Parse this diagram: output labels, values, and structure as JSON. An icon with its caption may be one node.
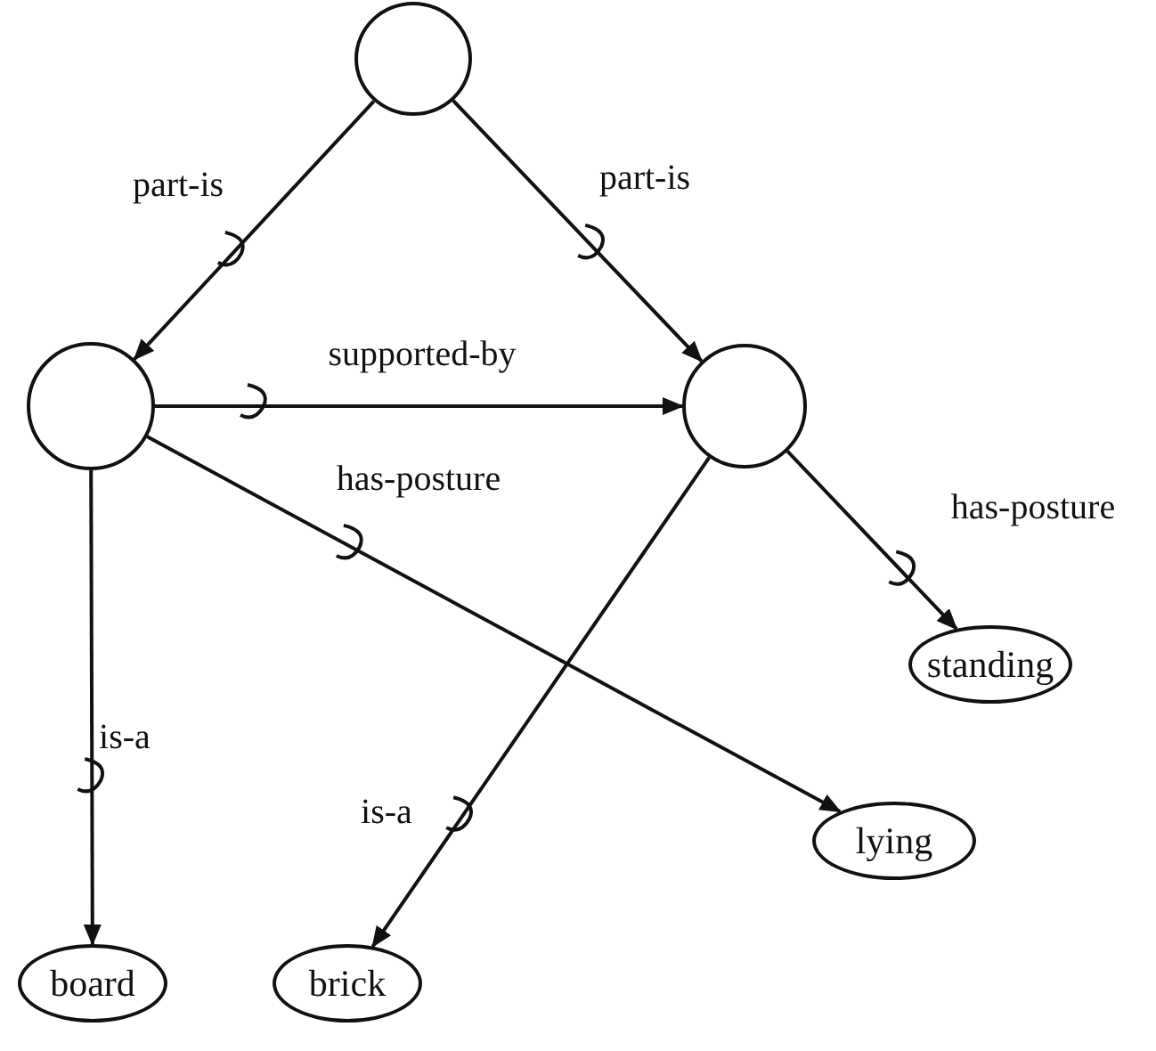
{
  "diagram": {
    "nodes": [
      {
        "text": [],
        "shape": "circle"
      },
      {
        "text": [],
        "shape": "circle"
      },
      {
        "text": [],
        "shape": "circle"
      },
      {
        "text": [
          "standing"
        ]
      },
      {
        "text": [
          "lying"
        ]
      },
      {
        "text": [
          "board"
        ]
      },
      {
        "text": [
          "brick"
        ]
      }
    ],
    "edges": [
      {
        "from": 0,
        "to": 1,
        "arrow": "to",
        "label": "part-is"
      },
      {
        "from": 0,
        "to": 2,
        "arrow": "to",
        "label": "part-is"
      },
      {
        "from": 1,
        "to": 2,
        "arrow": "to",
        "label": "supported-by"
      },
      {
        "from": 2,
        "to": 3,
        "arrow": "to",
        "label": "has-posture"
      },
      {
        "from": 1,
        "to": 4,
        "arrow": "to",
        "label": "has-posture"
      },
      {
        "from": 1,
        "to": 5,
        "arrow": "to",
        "label": "is-a"
      },
      {
        "from": 2,
        "to": 6,
        "arrow": "to",
        "label": "is-a"
      }
    ]
  }
}
